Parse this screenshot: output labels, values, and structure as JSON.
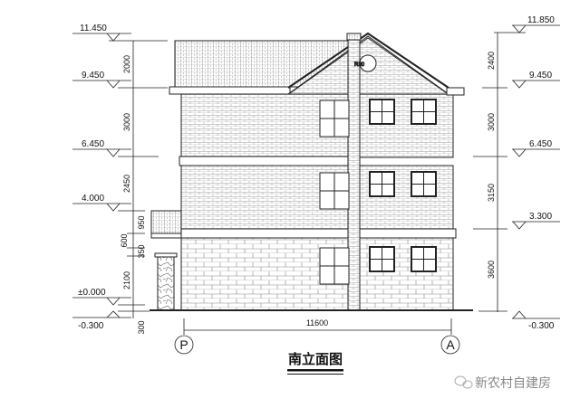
{
  "title": "南立面图",
  "watermark": "新农村自建房",
  "left_levels": [
    "11.450",
    "9.450",
    "6.450",
    "4.000",
    "±0.000",
    "-0.300"
  ],
  "left_dims": [
    "2000",
    "3000",
    "2450",
    "950",
    "600",
    "350",
    "2100",
    "300"
  ],
  "right_levels": [
    "11.850",
    "9.450",
    "6.450",
    "3.300",
    "-0.300"
  ],
  "right_dims": [
    "2400",
    "3000",
    "3150",
    "3600"
  ],
  "bottom_dim": "11600",
  "axis_labels": [
    "P",
    "A"
  ],
  "vent_label": "R30"
}
